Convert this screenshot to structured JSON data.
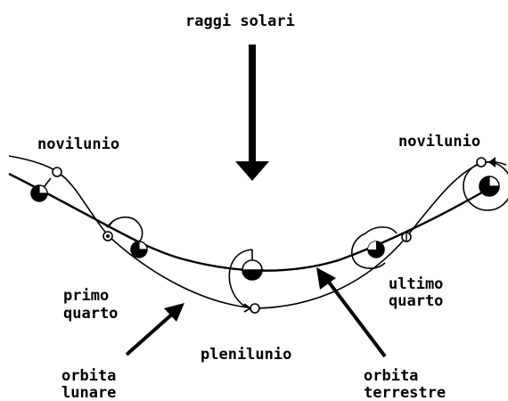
{
  "labels": {
    "sun_rays": "raggi solari",
    "new_moon_left": "novilunio",
    "new_moon_right": "novilunio",
    "first_quarter_1": "primo",
    "first_quarter_2": "quarto",
    "full_moon": "plenilunio",
    "last_quarter_1": "ultimo",
    "last_quarter_2": "quarto",
    "lunar_orbit_1": "orbita",
    "lunar_orbit_2": "lunare",
    "earth_orbit_1": "orbita",
    "earth_orbit_2": "terrestre"
  }
}
